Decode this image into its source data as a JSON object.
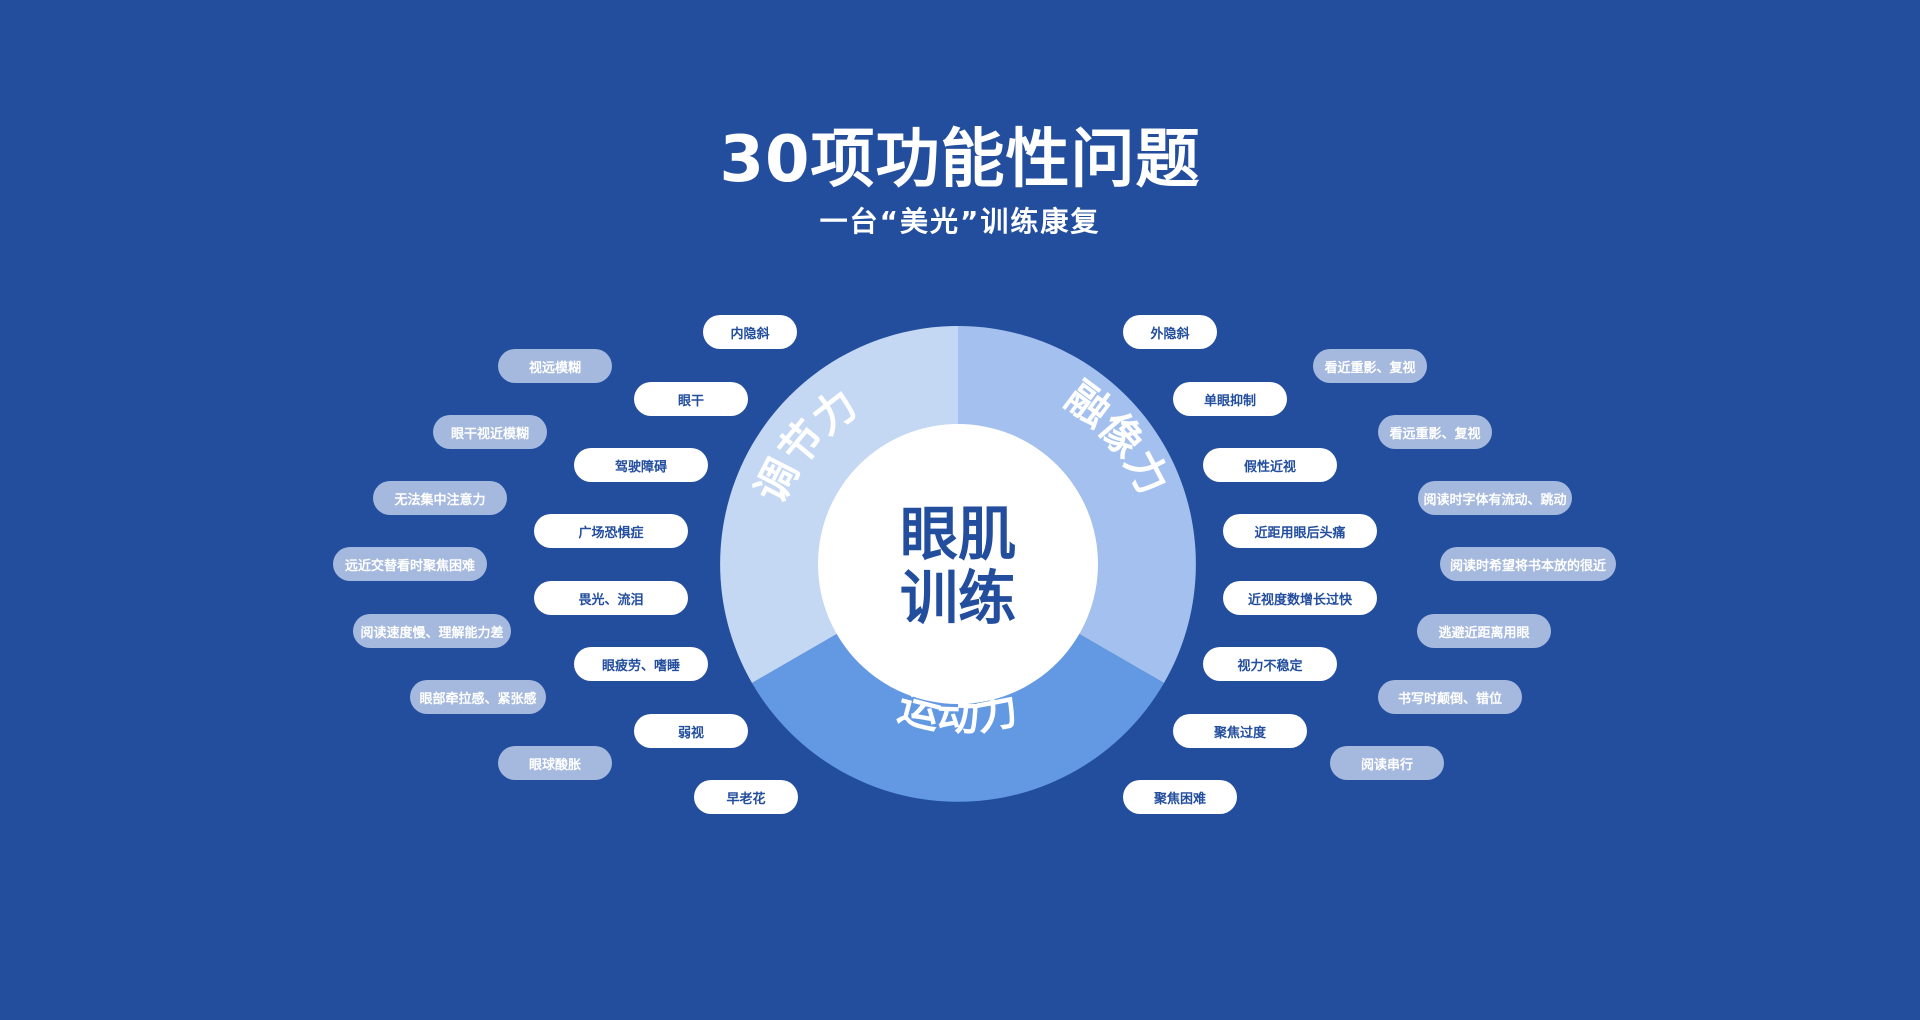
{
  "title": "30项功能性问题",
  "subtitle": "一台“美光”训练康复",
  "center": {
    "line1": "眼肌",
    "line2": "训练"
  },
  "segments": [
    {
      "label": "调节力",
      "color": "#c4d7f3"
    },
    {
      "label": "融像力",
      "color": "#a3c0ee"
    },
    {
      "label": "运动力",
      "color": "#6399e3"
    }
  ],
  "left_inner": [
    "内隐斜",
    "眼干",
    "驾驶障碍",
    "广场恐惧症",
    "畏光、流泪",
    "眼疲劳、嗜睡",
    "弱视",
    "早老花"
  ],
  "left_outer": [
    "视远模糊",
    "眼干视近模糊",
    "无法集中注意力",
    "远近交替看时聚焦困难",
    "阅读速度慢、理解能力差",
    "眼部牵拉感、紧张感",
    "眼球酸胀"
  ],
  "right_inner": [
    "外隐斜",
    "单眼抑制",
    "假性近视",
    "近距用眼后头痛",
    "近视度数增长过快",
    "视力不稳定",
    "聚焦过度",
    "聚焦困难"
  ],
  "right_outer": [
    "看近重影、复视",
    "看远重影、复视",
    "阅读时字体有流动、跳动",
    "阅读时希望将书本放的很近",
    "逃避近距离用眼",
    "书写时颠倒、错位",
    "阅读串行"
  ],
  "colors": {
    "background": "#234e9e",
    "inner_pill": "#ffffff",
    "outer_pill": "#a5b9de",
    "center_text": "#234e9e"
  }
}
